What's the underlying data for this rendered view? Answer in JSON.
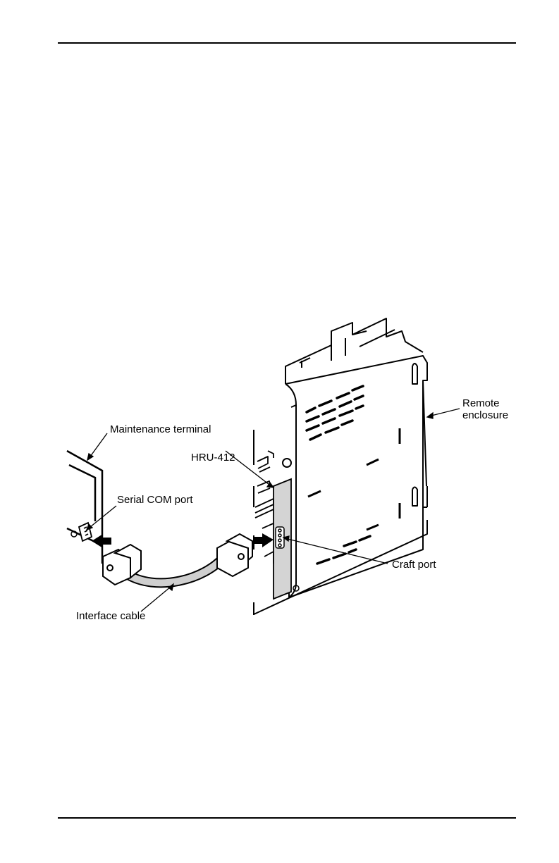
{
  "figure": {
    "labels": {
      "remote_enclosure_line1": "Remote",
      "remote_enclosure_line2": "enclosure",
      "maintenance_terminal": "Maintenance terminal",
      "hru": "HRU-412",
      "serial_com_port": "Serial COM port",
      "craft_port": "Craft port",
      "interface_cable": "Interface cable"
    },
    "colors": {
      "line": "#000000",
      "card_fill": "#d4d4d4",
      "cable_fill": "#cfcfcf",
      "background": "#ffffff"
    }
  }
}
